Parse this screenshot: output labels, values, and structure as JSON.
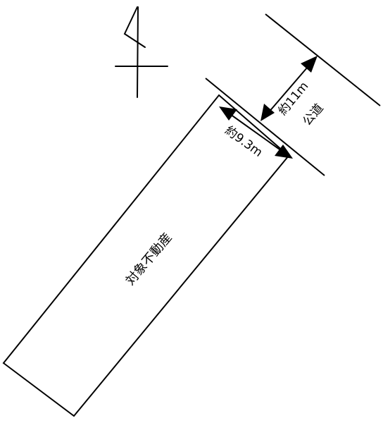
{
  "diagram": {
    "north_arrow": {
      "icon": "north-arrow-icon"
    },
    "road": {
      "name": "公道",
      "width": "約11m"
    },
    "parcel": {
      "name": "対象不動産",
      "frontage": "約9.3m"
    },
    "colors": {
      "line": "#000000",
      "background": "#ffffff"
    }
  }
}
